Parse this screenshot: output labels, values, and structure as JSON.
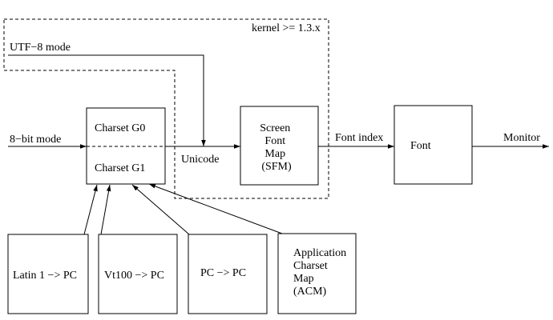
{
  "labels": {
    "kernel": "kernel >= 1.3.x",
    "utf8_mode": "UTF−8 mode",
    "eight_bit_mode": "8−bit mode",
    "charset_g0": "Charset G0",
    "charset_g1": "Charset G1",
    "unicode": "Unicode",
    "sfm": [
      "Screen",
      "Font",
      "Map",
      "(SFM)"
    ],
    "font_index": "Font index",
    "font": "Font",
    "monitor": "Monitor",
    "latin1": "Latin 1 −> PC",
    "vt100": "Vt100 −> PC",
    "pc_pc": "PC −> PC",
    "acm": [
      "Application",
      "Charset",
      "Map",
      "(ACM)"
    ]
  }
}
